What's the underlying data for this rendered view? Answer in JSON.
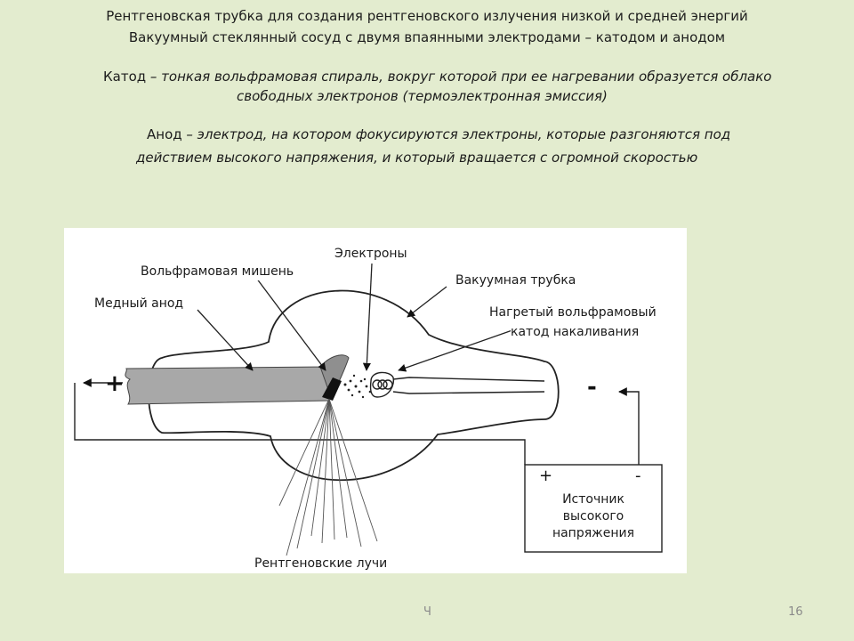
{
  "header": {
    "title_line1": "Рентгеновская трубка для создания рентгеновского излучения низкой и средней энергий",
    "title_line2": "Вакуумный стеклянный сосуд с двумя впаянными электродами – катодом и анодом"
  },
  "definitions": {
    "cathode": {
      "term": "Катод",
      "line1": " – тонкая вольфрамовая спираль, вокруг которой при ее нагревании образуется облако",
      "line2": "свободных электронов (термоэлектронная эмиссия)"
    },
    "anode": {
      "term": "Анод",
      "line1": " – электрод, на котором фокусируются электроны, которые разгоняются под",
      "line2": "действием высокого напряжения, и который вращается с огромной скоростью"
    }
  },
  "diagram": {
    "labels": {
      "electrons": "Электроны",
      "tungsten_target": "Вольфрамовая мишень",
      "vacuum_tube": "Вакуумная трубка",
      "copper_anode": "Медный анод",
      "heated_cathode_line1": "Нагретый вольфрамовый",
      "heated_cathode_line2": "катод накаливания",
      "xrays": "Рентгеновские лучи"
    },
    "signs": {
      "anode_plus": "+",
      "cathode_minus": "-",
      "psu_plus": "+",
      "psu_minus": "-"
    },
    "power_supply": {
      "label": "Источник\nвысокого\nнапряжения"
    }
  },
  "footer": {
    "left_mark": "Ч",
    "page_number": "16"
  }
}
